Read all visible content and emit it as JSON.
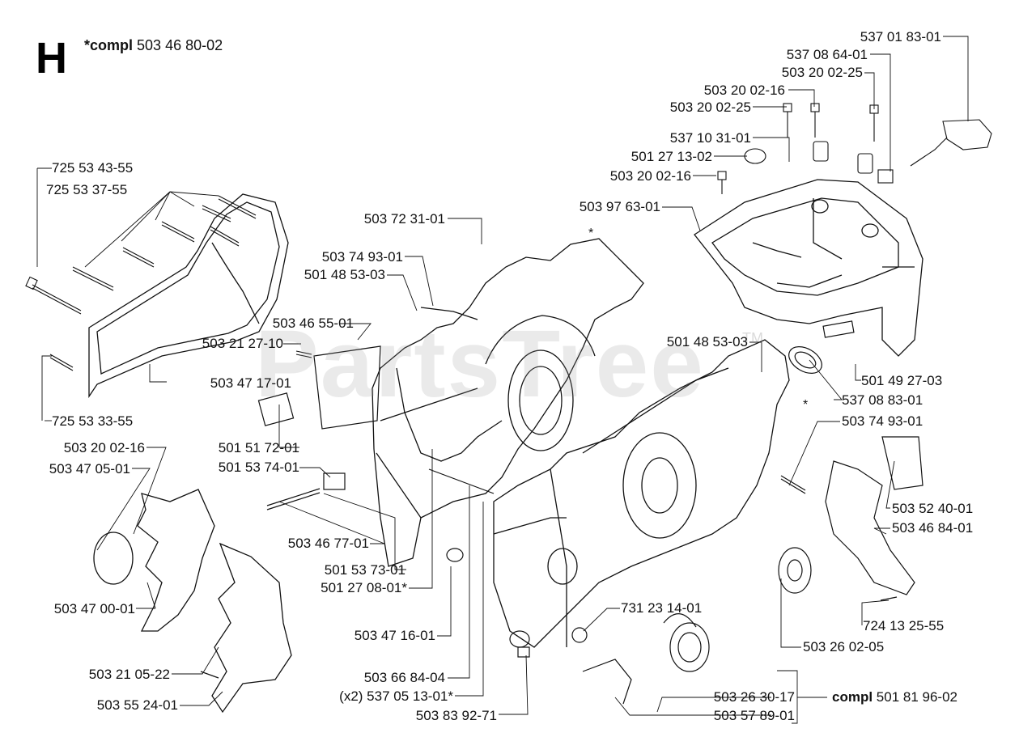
{
  "diagram": {
    "section_letter": "H",
    "assembly_prefix": "*compl",
    "assembly_number": "503 46 80-02",
    "watermark": "PartsTree",
    "trademark": "TM",
    "asterisk": "*",
    "compl_bottom": {
      "prefix": "compl",
      "number": "501 81 96-02"
    },
    "labels": [
      "537 01 83-01",
      "537 08 64-01",
      "503 20 02-25",
      "503 20 02-16",
      "503 20 02-25",
      "537 10 31-01",
      "501 27 13-02",
      "503 20 02-16",
      "503 97 63-01",
      "725 53 43-55",
      "725 53 37-55",
      "503 72 31-01",
      "503 74 93-01",
      "501 48 53-03",
      "503 46 55-01",
      "501 48 53-03",
      "503 21 27-10",
      "503 47 17-01",
      "501 49 27-03",
      "537 08 83-01",
      "725 53 33-55",
      "503 74 93-01",
      "503 20 02-16",
      "501 51 72-01",
      "503 47 05-01",
      "501 53 74-01",
      "503 52 40-01",
      "503 46 84-01",
      "503 46 77-01",
      "501 53 73-01",
      "501 27 08-01*",
      "503 47 00-01",
      "503 47 16-01",
      "731 23 14-01",
      "724 13 25-55",
      "503 26 02-05",
      "503 21 05-22",
      "503 66 84-04",
      "(x2) 537 05 13-01*",
      "503 26 30-17",
      "503 55 24-01",
      "503 57 89-01",
      "503 83 92-71"
    ]
  }
}
